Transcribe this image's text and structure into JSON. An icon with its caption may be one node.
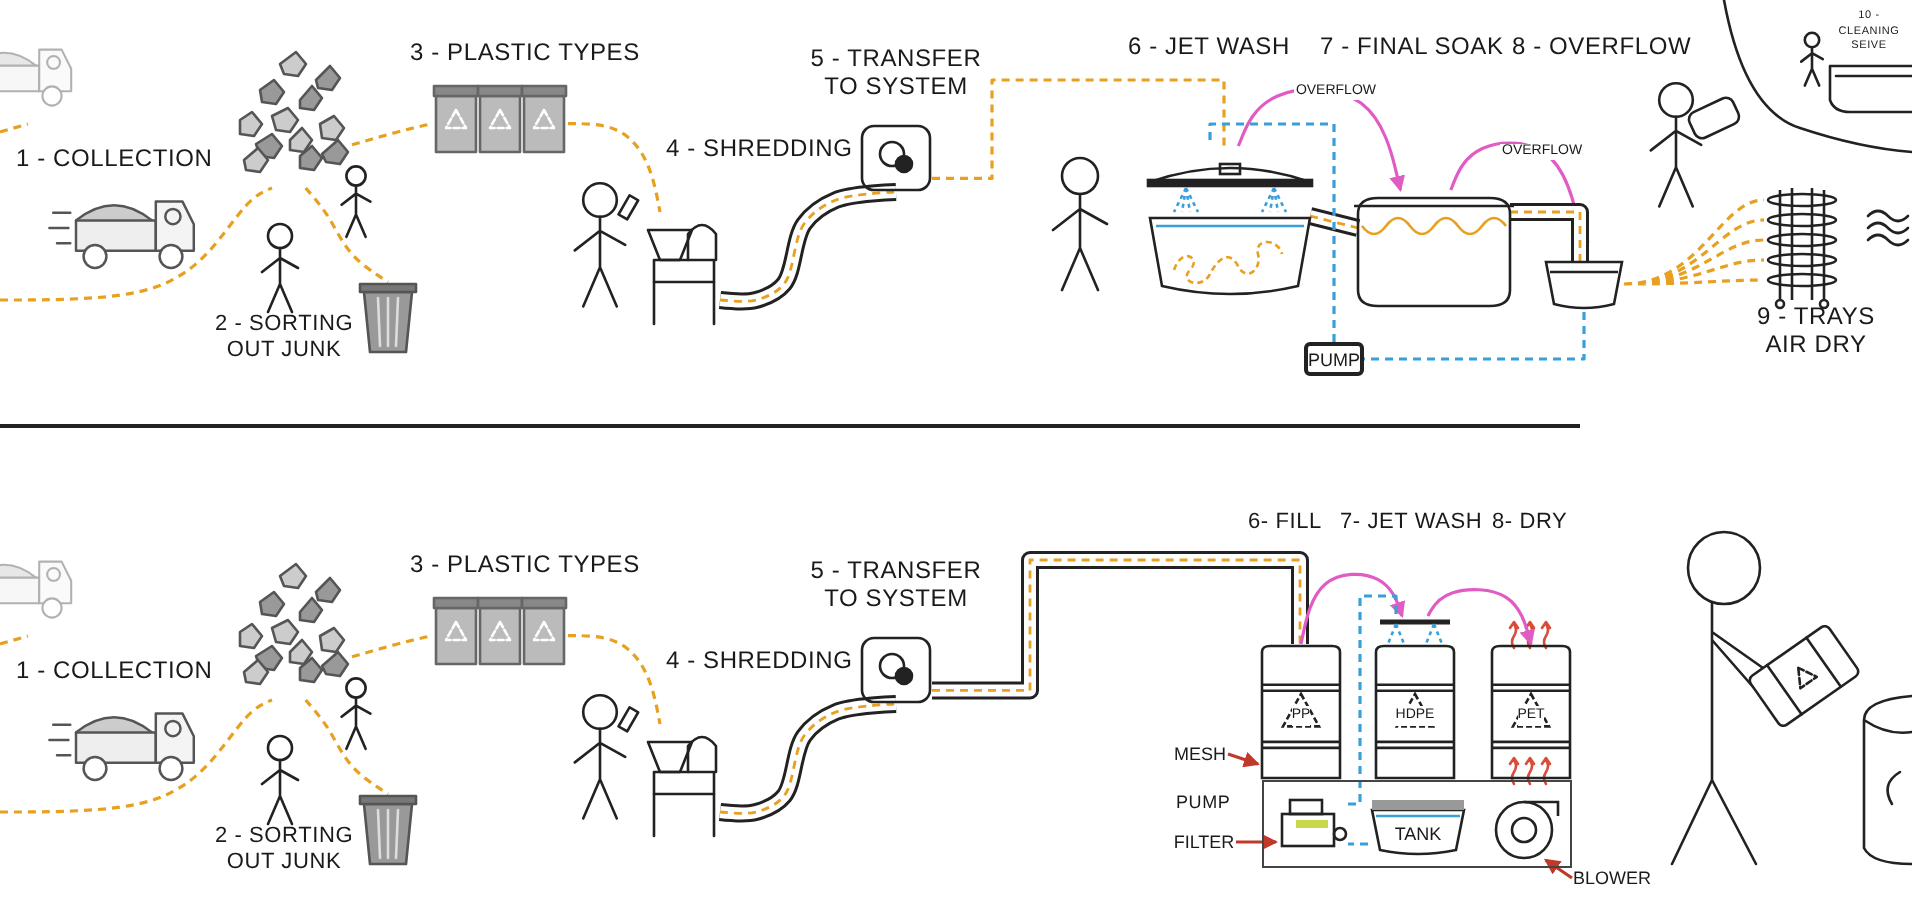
{
  "diagram": {
    "nodes": [
      {
        "text": [],
        "shape": "picture"
      },
      {
        "text": [],
        "shape": "picture"
      },
      {
        "text": [],
        "shape": "picture"
      },
      {
        "text": [],
        "shape": "picture"
      },
      {
        "text": [],
        "shape": "picture"
      },
      {
        "text": [],
        "shape": "picture"
      },
      {
        "text": [
          "PUMP"
        ]
      },
      {
        "text": [],
        "shape": "picture"
      },
      {
        "text": [],
        "shape": "picture"
      },
      {
        "text": [],
        "shape": "picture"
      },
      {
        "text": [],
        "shape": "picture"
      },
      {
        "text": [],
        "shape": "picture"
      },
      {
        "text": [],
        "shape": "picture"
      },
      {
        "text": [],
        "shape": "picture"
      },
      {
        "text": [],
        "shape": "picture"
      },
      {
        "text": [],
        "shape": "picture"
      },
      {
        "text": [],
        "shape": "picture"
      },
      {
        "text": [
          "MESH"
        ]
      },
      {
        "text": [
          "PP"
        ]
      },
      {
        "text": [
          "HDPE"
        ]
      },
      {
        "text": [
          "PET"
        ]
      },
      {
        "text": [],
        "shape": "box"
      },
      {
        "text": [],
        "shape": "picture",
        "in": 21
      },
      {
        "text": [
          "TANK"
        ],
        "in": 21
      },
      {
        "text": [
          "FILTER"
        ]
      },
      {
        "text": [],
        "shape": "picture",
        "in": 21
      },
      {
        "text": [
          "BLOWER"
        ]
      }
    ],
    "edges": [
      {
        "from": null,
        "to": 0,
        "arrow": "none",
        "style": "dashed"
      },
      {
        "from": null,
        "to": 1,
        "arrow": "none",
        "style": "dashed"
      },
      {
        "from": 1,
        "to": 3,
        "arrow": "none",
        "style": "dashed"
      },
      {
        "from": 1,
        "to": 2,
        "arrow": "none",
        "style": "dashed"
      },
      {
        "from": 2,
        "to": 4,
        "arrow": "none",
        "style": "dashed"
      },
      {
        "from": 4,
        "to": 5,
        "arrow": "none",
        "style": "thick",
        "color": "#222222"
      },
      {
        "from": 5,
        "to": 7,
        "arrow": "none",
        "style": "dashed"
      },
      {
        "from": 7,
        "to": 8,
        "arrow": "to",
        "label": "OVERFLOW",
        "color": "#e05cc4"
      },
      {
        "from": 8,
        "to": 9,
        "arrow": "to",
        "label": "OVERFLOW",
        "color": "#e05cc4"
      },
      {
        "from": 7,
        "to": 8,
        "arrow": "none",
        "style": "thick",
        "color": "#222222"
      },
      {
        "from": 8,
        "to": 9,
        "arrow": "none",
        "style": "thick",
        "color": "#222222"
      },
      {
        "from": 6,
        "to": 7,
        "arrow": "none",
        "style": "dashed",
        "color": "#3a9fd8"
      },
      {
        "from": 9,
        "to": 6,
        "arrow": "none",
        "style": "dashed",
        "color": "#3a9fd8"
      },
      {
        "from": 9,
        "to": 10,
        "arrow": "none",
        "style": "dashed"
      },
      {
        "from": null,
        "to": 11,
        "arrow": "none",
        "style": "dashed"
      },
      {
        "from": null,
        "to": 12,
        "arrow": "none",
        "style": "dashed"
      },
      {
        "from": 12,
        "to": 14,
        "arrow": "none",
        "style": "dashed"
      },
      {
        "from": 12,
        "to": 13,
        "arrow": "none",
        "style": "dashed"
      },
      {
        "from": 13,
        "to": 15,
        "arrow": "none",
        "style": "dashed"
      },
      {
        "from": 15,
        "to": 16,
        "arrow": "none",
        "style": "thick",
        "color": "#222222"
      },
      {
        "from": 16,
        "to": 18,
        "arrow": "none",
        "style": "thick",
        "color": "#222222"
      },
      {
        "from": 18,
        "to": 19,
        "arrow": "to",
        "color": "#e05cc4"
      },
      {
        "from": 19,
        "to": 20,
        "arrow": "to",
        "color": "#e05cc4"
      },
      {
        "from": 22,
        "to": 19,
        "arrow": "none",
        "style": "dashed",
        "color": "#3a9fd8"
      },
      {
        "from": 23,
        "to": 22,
        "arrow": "none",
        "style": "dashed",
        "color": "#3a9fd8"
      },
      {
        "from": 17,
        "to": 18,
        "arrow": "to",
        "color": "#c0392b"
      },
      {
        "from": 24,
        "to": 22,
        "arrow": "to",
        "color": "#c0392b"
      },
      {
        "from": 26,
        "to": 25,
        "arrow": "to",
        "color": "#c0392b"
      }
    ],
    "labels": [
      "1 - COLLECTION",
      "2 - SORTING OUT JUNK",
      "3 - PLASTIC TYPES",
      "4 - SHREDDING",
      "5 - TRANSFER TO SYSTEM",
      "6 - JET WASH",
      "7 - FINAL SOAK",
      "8 - OVERFLOW",
      "9 - TRAYS AIR DRY",
      "10 - CLEANING SEIVE",
      "1 - COLLECTION",
      "2 - SORTING OUT JUNK",
      "3 - PLASTIC TYPES",
      "4 - SHREDDING",
      "5 - TRANSFER TO SYSTEM",
      "6- FILL",
      "7- JET WASH",
      "8- DRY",
      "PUMP"
    ]
  }
}
